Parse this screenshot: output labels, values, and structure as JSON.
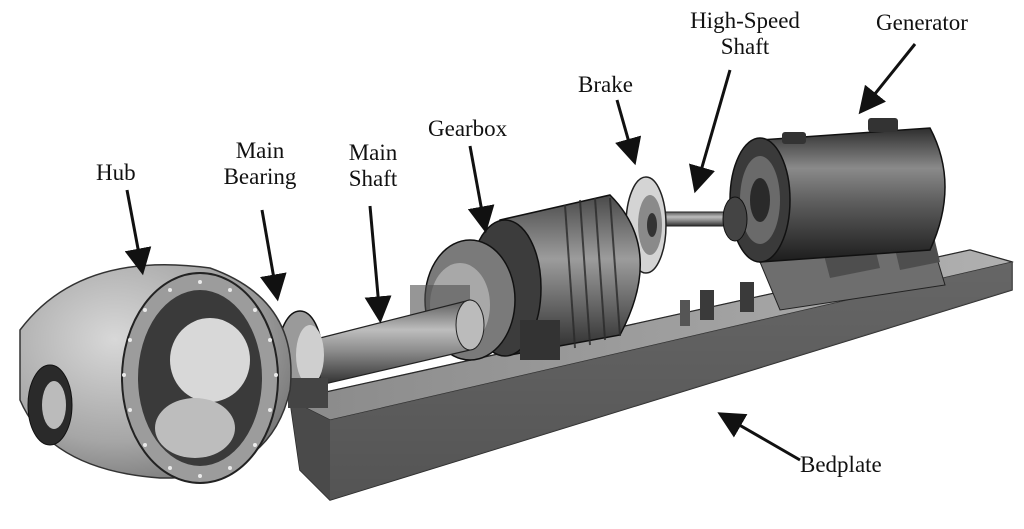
{
  "labels": {
    "hub": "Hub",
    "main_bearing": [
      "Main",
      "Bearing"
    ],
    "main_shaft": [
      "Main",
      "Shaft"
    ],
    "gearbox": "Gearbox",
    "brake": "Brake",
    "high_speed_shaft": [
      "High-Speed",
      "Shaft"
    ],
    "generator": "Generator",
    "bedplate": "Bedplate"
  },
  "colors": {
    "metal_dark": "#3a3a3a",
    "metal_mid": "#7a7a7a",
    "metal_light": "#c8c8c8",
    "arrow": "#111111",
    "text": "#111111",
    "background": "#ffffff"
  }
}
